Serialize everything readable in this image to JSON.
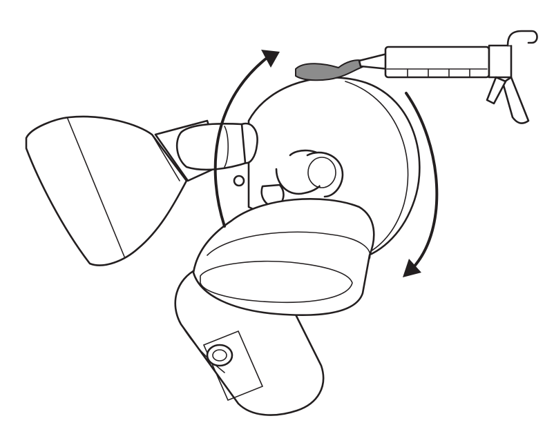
{
  "illustration": {
    "subject": "floodlight-camera-mount-sealing",
    "colors": {
      "line": "#231f20",
      "background": "#ffffff",
      "sealant": "#8c8c8c"
    },
    "parts": [
      "floodlight-head",
      "mount-body",
      "lower-light",
      "camera",
      "rotation-arrows",
      "caulk-gun"
    ]
  }
}
